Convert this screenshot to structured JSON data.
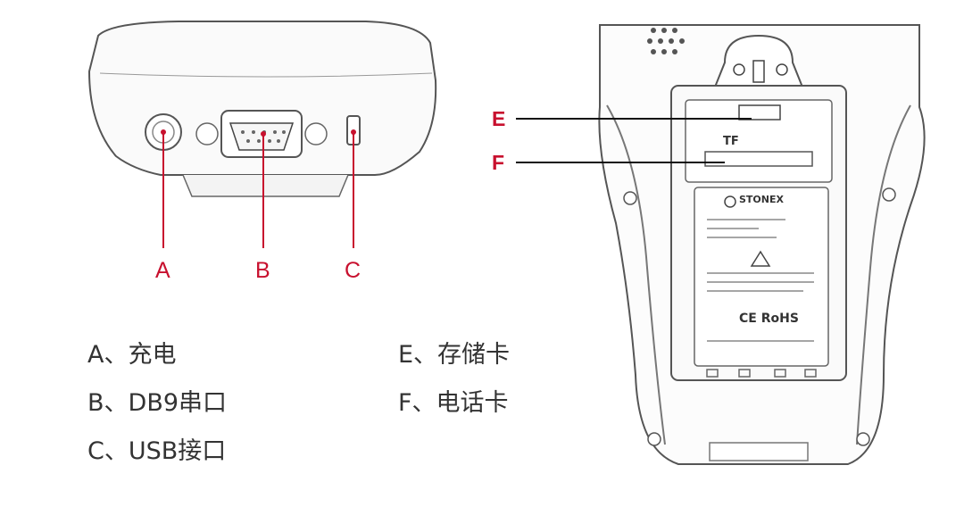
{
  "callouts": {
    "a": "A",
    "b": "B",
    "c": "C",
    "e": "E",
    "f": "F"
  },
  "legend": {
    "a": "A、充电",
    "b": "B、DB9串口",
    "c": "C、USB接口",
    "e": "E、存储卡",
    "f": "F、电话卡"
  },
  "device_labels": {
    "brand": "STONEX",
    "slot_tf": "TF",
    "cert_marks": "CE RoHS"
  },
  "colors": {
    "callout": "#c8102e",
    "legend_text": "#333333",
    "sketch": "#555555"
  }
}
